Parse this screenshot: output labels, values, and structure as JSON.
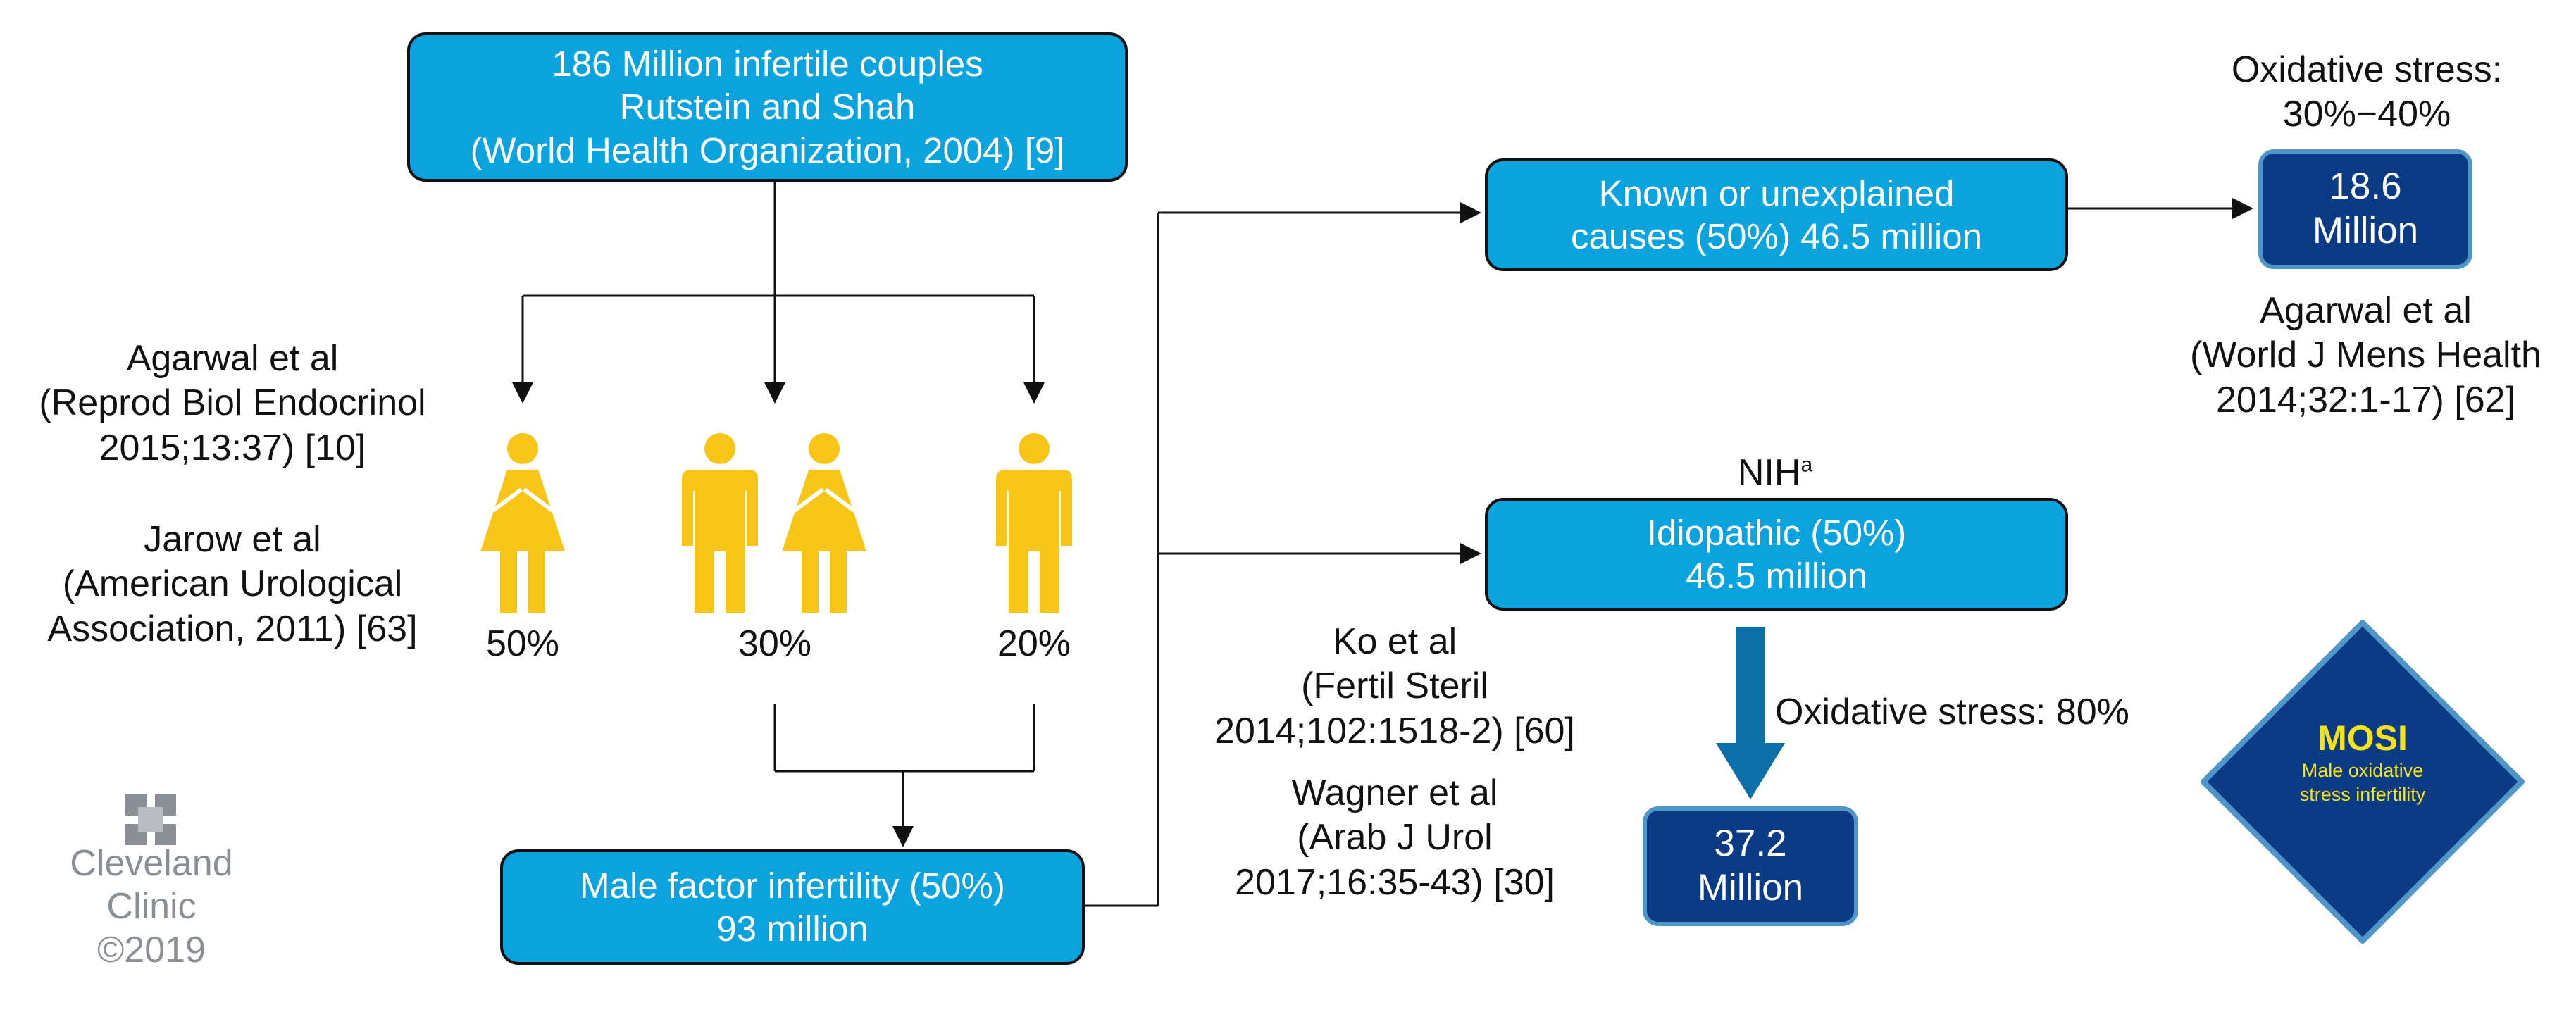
{
  "boxes": {
    "top": [
      "186 Million infertile couples",
      "Rutstein and Shah",
      "(World Health Organization, 2004) [9]"
    ],
    "male_factor": [
      "Male factor infertility (50%)",
      "93 million"
    ],
    "known": [
      "Known or unexplained",
      "causes (50%) 46.5 million"
    ],
    "idiopathic": [
      "Idiopathic (50%)",
      "46.5 million"
    ],
    "result_known": [
      "18.6",
      "Million"
    ],
    "result_idiopathic": [
      "37.2",
      "Million"
    ]
  },
  "labels": {
    "pct_female": "50%",
    "pct_both": "30%",
    "pct_male": "20%",
    "oxidative_top": [
      "Oxidative stress:",
      "30%−40%"
    ],
    "oxidative_80": "Oxidative stress: 80%",
    "nih": "NIH",
    "nih_sup": "a"
  },
  "citations": {
    "agarwal_2015": [
      "Agarwal et al",
      "(Reprod Biol Endocrinol",
      "2015;13:37) [10]"
    ],
    "jarow": [
      "Jarow et al",
      "(American Urological",
      "Association, 2011) [63]"
    ],
    "agarwal_2014": [
      "Agarwal et al",
      "(World J Mens Health",
      "2014;32:1-17) [62]"
    ],
    "ko": [
      "Ko et al",
      "(Fertil Steril",
      "2014;102:1518-2) [60]"
    ],
    "wagner": [
      "Wagner et al",
      "(Arab J Urol",
      "2017;16:35-43) [30]"
    ]
  },
  "mosi": {
    "title": "MOSI",
    "subtitle": [
      "Male oxidative",
      "stress infertility"
    ]
  },
  "logo": {
    "text": [
      "Cleveland",
      "Clinic",
      "©2019"
    ]
  },
  "colors": {
    "box_light": "#0aa3dd",
    "box_dark": "#0c3b86",
    "figure_yellow": "#f7c517",
    "arrow_blue": "#0d6fa8",
    "mosi_yellow": "#f5e21a"
  },
  "icons": [
    "female-figure-icon",
    "male-figure-icon",
    "cleveland-clinic-logo-icon",
    "mosi-diamond-icon"
  ]
}
